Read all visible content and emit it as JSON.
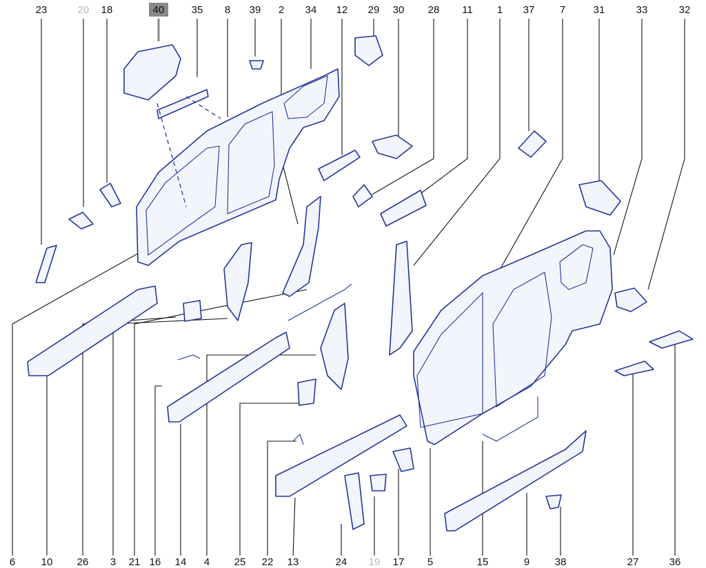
{
  "top_labels": [
    "23",
    "20",
    "18",
    "40",
    "35",
    "8",
    "39",
    "2",
    "34",
    "12",
    "29",
    "30",
    "28",
    "11",
    "1",
    "37",
    "7",
    "31",
    "33",
    "32"
  ],
  "bottom_labels": [
    "6",
    "10",
    "26",
    "3",
    "21",
    "16",
    "14",
    "4",
    "25",
    "22",
    "13",
    "24",
    "19",
    "17",
    "5",
    "15",
    "9",
    "38",
    "27",
    "36"
  ],
  "dimmed_labels": [
    "20",
    "19"
  ],
  "highlighted_label": "40",
  "colors": {
    "part_stroke": "#22349a",
    "part_fill": "#f3f5fd",
    "highlight": "#8a8a8a",
    "dimmed": "#b8b8b8"
  }
}
